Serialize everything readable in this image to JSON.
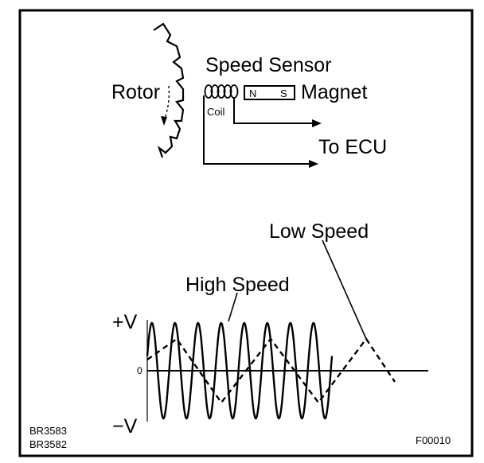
{
  "labels": {
    "speed_sensor": "Speed Sensor",
    "rotor": "Rotor",
    "magnet": "Magnet",
    "coil": "Coil",
    "magnet_n": "N",
    "magnet_s": "S",
    "to_ecu": "To ECU",
    "low_speed": "Low Speed",
    "high_speed": "High Speed",
    "plus_v": "+V",
    "minus_v": "−V",
    "zero": "0"
  },
  "codes": {
    "left_top": "BR3583",
    "left_bottom": "BR3582",
    "right": "F00010"
  },
  "waveforms": {
    "high_speed_cycles": 8,
    "low_speed_cycles": 3
  }
}
